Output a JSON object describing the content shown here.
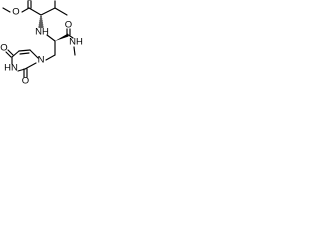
{
  "molecule": {
    "atoms": {
      "ester_o_single": "O",
      "ester_o_double": "O",
      "amine_nh": "NH",
      "amide_o": "O",
      "amide_nh": "NH",
      "ring_o_top": "O",
      "ring_nh": "HN",
      "ring_n": "N",
      "ring_o_bottom": "O"
    },
    "colors": {
      "bond": "#000000",
      "label": "#000000",
      "background": "#ffffff"
    }
  }
}
